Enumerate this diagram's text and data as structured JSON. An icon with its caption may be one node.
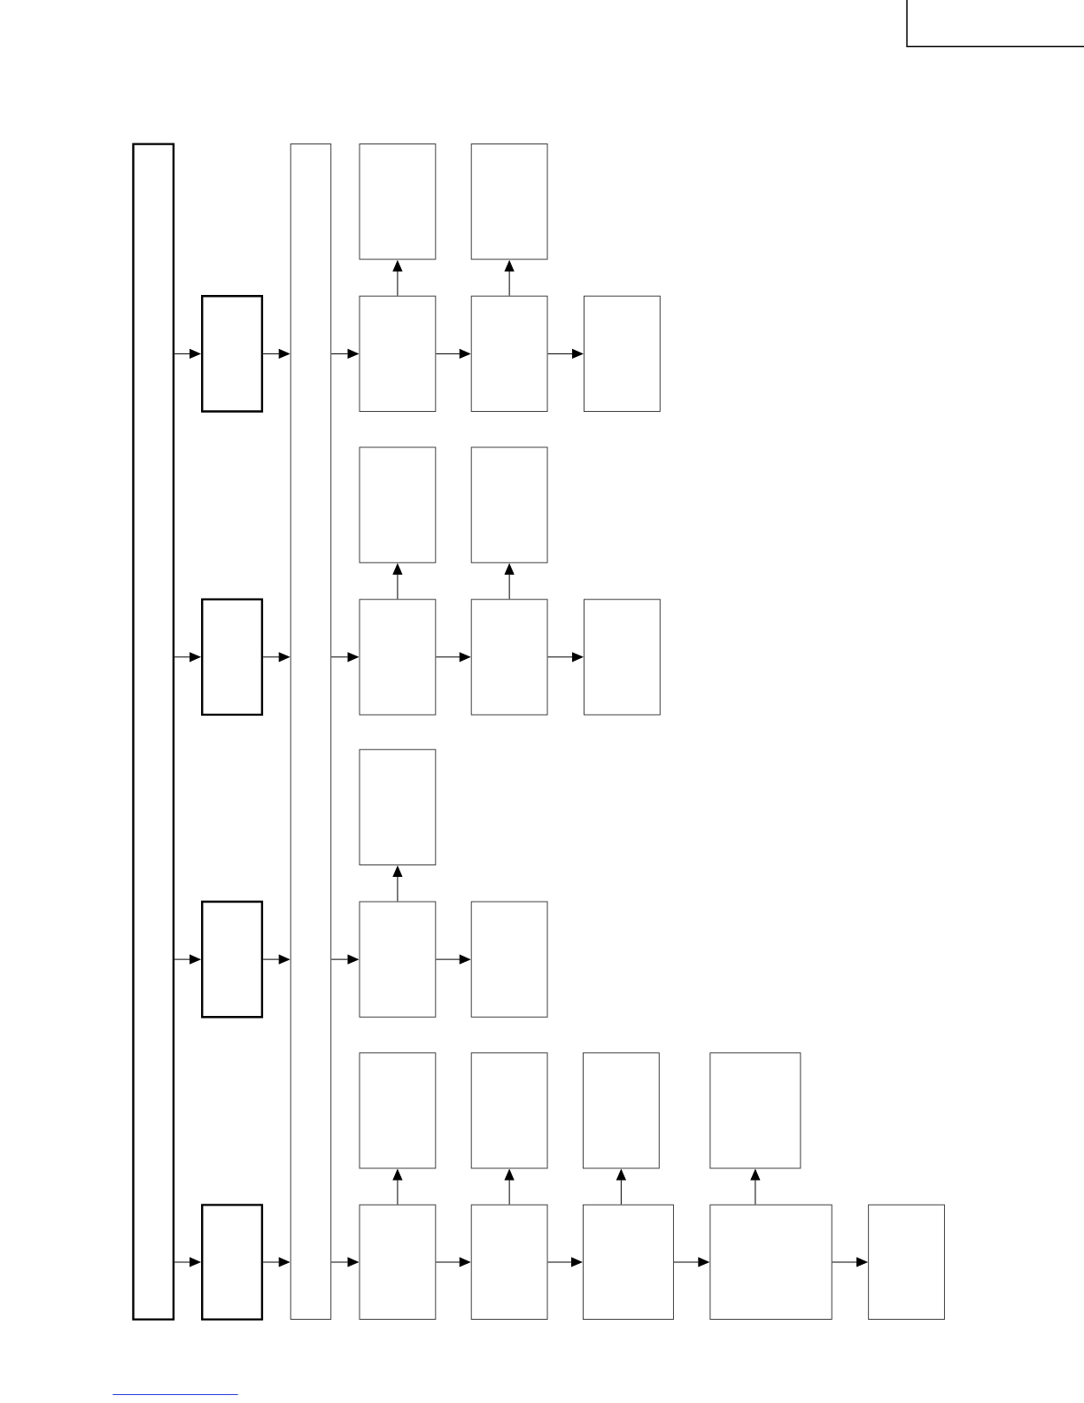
{
  "diagram": {
    "nodes": [
      {
        "text": [],
        "shape": "box"
      },
      {
        "text": [],
        "shape": "box"
      },
      {
        "text": [],
        "shape": "box"
      },
      {
        "text": [],
        "shape": "box"
      },
      {
        "text": [],
        "shape": "box"
      },
      {
        "text": [],
        "shape": "box"
      },
      {
        "text": [],
        "shape": "box"
      },
      {
        "text": [],
        "shape": "box"
      },
      {
        "text": [],
        "shape": "box"
      },
      {
        "text": [],
        "shape": "box"
      },
      {
        "text": [],
        "shape": "box"
      },
      {
        "text": [],
        "shape": "box"
      },
      {
        "text": [],
        "shape": "box"
      },
      {
        "text": [],
        "shape": "box"
      },
      {
        "text": [],
        "shape": "box"
      },
      {
        "text": [],
        "shape": "box"
      },
      {
        "text": [],
        "shape": "box"
      },
      {
        "text": [],
        "shape": "box"
      },
      {
        "text": [],
        "shape": "box"
      },
      {
        "text": [],
        "shape": "box"
      },
      {
        "text": [],
        "shape": "box"
      },
      {
        "text": [],
        "shape": "box"
      },
      {
        "text": [],
        "shape": "box"
      },
      {
        "text": [],
        "shape": "box"
      },
      {
        "text": [],
        "shape": "box"
      },
      {
        "text": [],
        "shape": "box"
      },
      {
        "text": [],
        "shape": "box"
      },
      {
        "text": [],
        "shape": "box"
      }
    ],
    "edges": [
      {
        "from": 0,
        "to": 4,
        "arrow": "to"
      },
      {
        "from": 4,
        "to": 1,
        "arrow": "to"
      },
      {
        "from": 1,
        "to": 5,
        "arrow": "to"
      },
      {
        "from": 5,
        "to": 6,
        "arrow": "to"
      },
      {
        "from": 6,
        "to": 7,
        "arrow": "to"
      },
      {
        "from": 5,
        "to": 2,
        "arrow": "to"
      },
      {
        "from": 6,
        "to": 3,
        "arrow": "to"
      },
      {
        "from": 0,
        "to": 10,
        "arrow": "to"
      },
      {
        "from": 10,
        "to": 1,
        "arrow": "to"
      },
      {
        "from": 1,
        "to": 11,
        "arrow": "to"
      },
      {
        "from": 11,
        "to": 12,
        "arrow": "to"
      },
      {
        "from": 12,
        "to": 13,
        "arrow": "to"
      },
      {
        "from": 11,
        "to": 8,
        "arrow": "to"
      },
      {
        "from": 12,
        "to": 9,
        "arrow": "to"
      },
      {
        "from": 0,
        "to": 15,
        "arrow": "to"
      },
      {
        "from": 15,
        "to": 1,
        "arrow": "to"
      },
      {
        "from": 1,
        "to": 16,
        "arrow": "to"
      },
      {
        "from": 16,
        "to": 17,
        "arrow": "to"
      },
      {
        "from": 16,
        "to": 14,
        "arrow": "to"
      },
      {
        "from": 0,
        "to": 22,
        "arrow": "to"
      },
      {
        "from": 22,
        "to": 1,
        "arrow": "to"
      },
      {
        "from": 1,
        "to": 23,
        "arrow": "to"
      },
      {
        "from": 23,
        "to": 24,
        "arrow": "to"
      },
      {
        "from": 24,
        "to": 25,
        "arrow": "to"
      },
      {
        "from": 25,
        "to": 26,
        "arrow": "to"
      },
      {
        "from": 26,
        "to": 27,
        "arrow": "to"
      },
      {
        "from": 23,
        "to": 18,
        "arrow": "to"
      },
      {
        "from": 24,
        "to": 19,
        "arrow": "to"
      },
      {
        "from": 25,
        "to": 20,
        "arrow": "to"
      },
      {
        "from": 26,
        "to": 21,
        "arrow": "to"
      }
    ]
  }
}
